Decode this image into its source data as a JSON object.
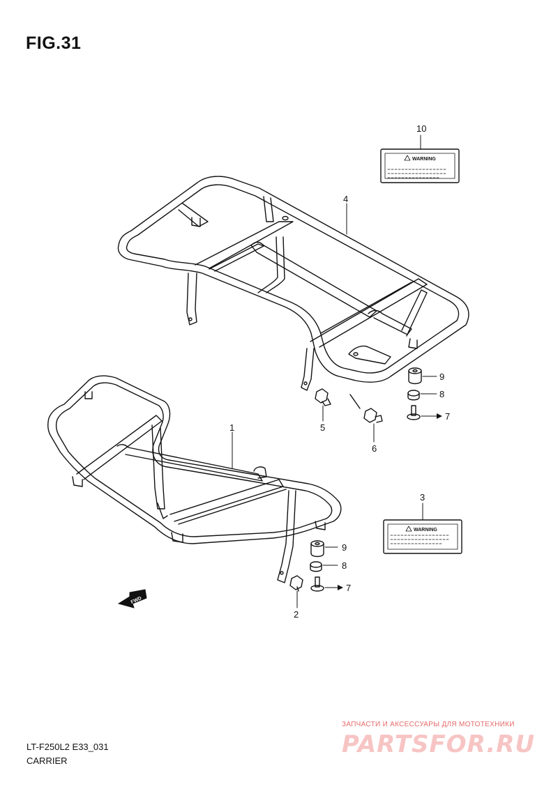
{
  "figure": {
    "title": "FIG.31",
    "model_code": "LT-F250L2 E33_031",
    "section_name": "CARRIER"
  },
  "callouts": {
    "c1": "1",
    "c2": "2",
    "c3": "3",
    "c4": "4",
    "c5": "5",
    "c6": "6",
    "c7a": "7",
    "c7b": "7",
    "c8a": "8",
    "c8b": "8",
    "c9a": "9",
    "c9b": "9",
    "c10": "10"
  },
  "labels": {
    "warning_upper": "WARNING",
    "warning_lower": "WARNING",
    "fwd": "FWD"
  },
  "watermark": {
    "tagline": "ЗАПЧАСТИ И АКСЕССУАРЫ ДЛЯ МОТОТЕХНИКИ",
    "logo": "PARTSFOR.RU"
  },
  "colors": {
    "ink": "#111111",
    "watermark_text": "#e46a6a",
    "watermark_logo": "#f7c4c4"
  }
}
